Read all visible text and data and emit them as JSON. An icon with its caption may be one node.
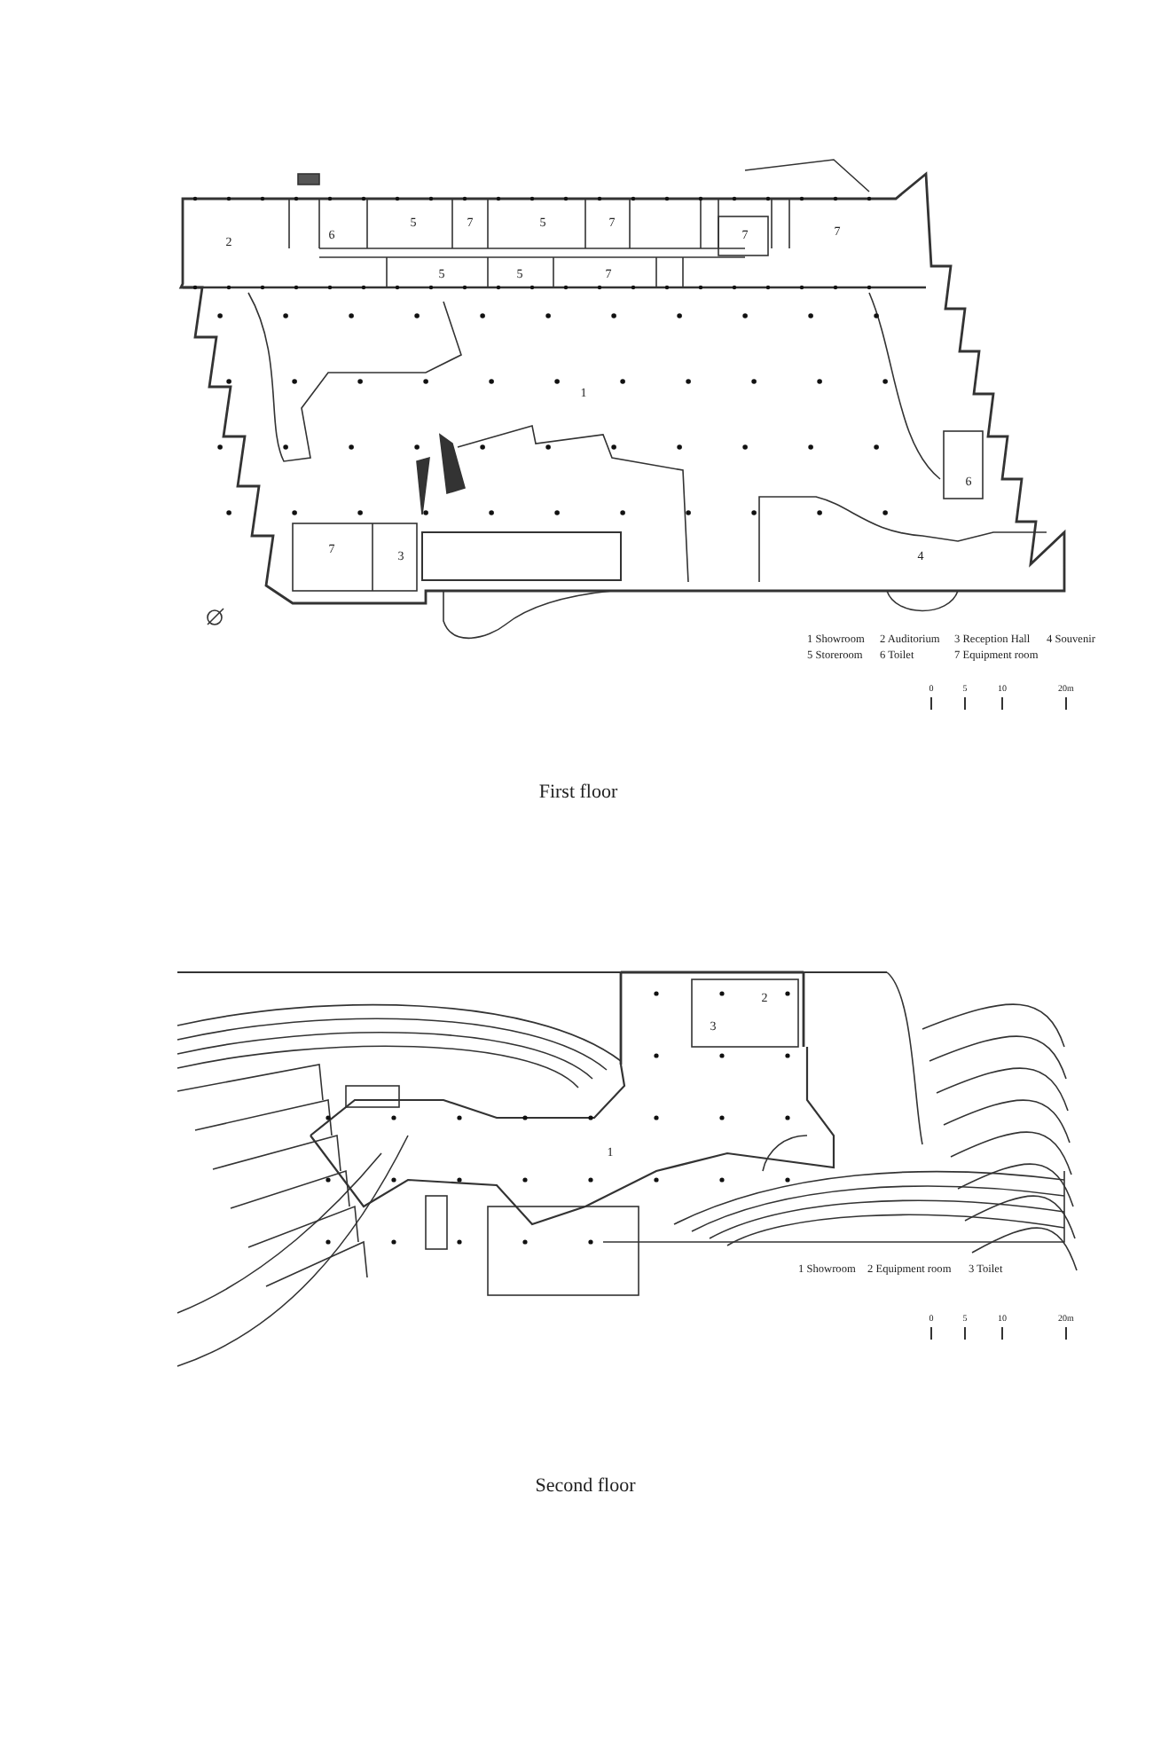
{
  "diagram": {
    "labels": [
      "2",
      "6",
      "5",
      "7",
      "5",
      "7",
      "7",
      "7",
      "5",
      "5",
      "7",
      "1",
      "6",
      "7",
      "3",
      "4",
      "1 Showroom",
      "2 Auditorium",
      "3 Reception Hall",
      "4 Souvenir",
      "5 Storeroom",
      "6 Toilet",
      "7 Equipment room",
      "0",
      "5",
      "10",
      "20m",
      "First floor",
      "2",
      "3",
      "1",
      "1 Showroom",
      "2 Equipment room",
      "3 Toilet",
      "0",
      "5",
      "10",
      "20m",
      "Second floor"
    ]
  }
}
